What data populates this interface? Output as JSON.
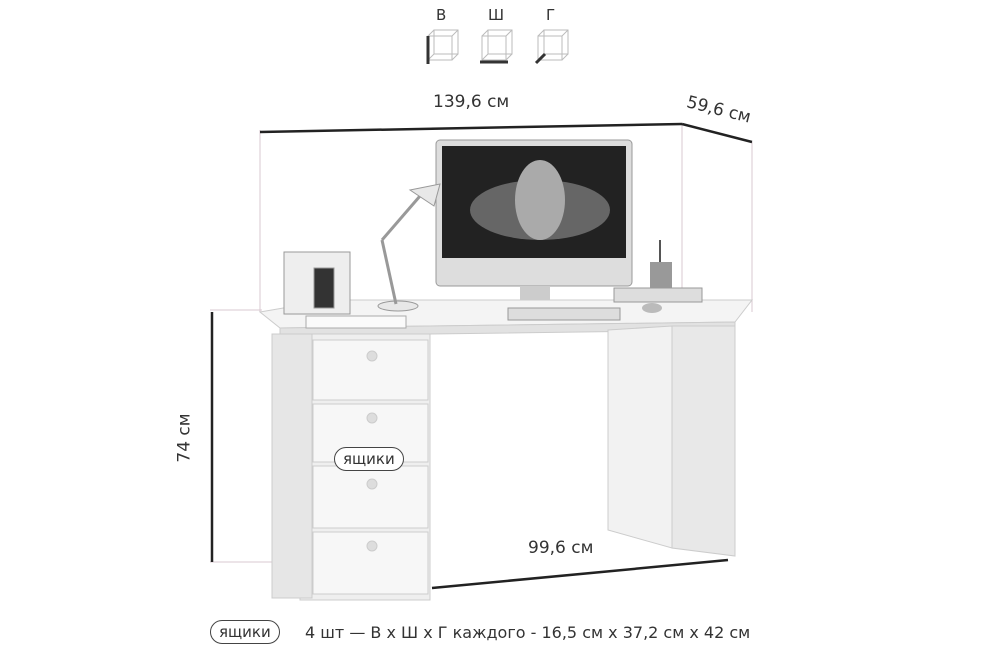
{
  "axes": {
    "height": "В",
    "width": "Ш",
    "depth": "Г"
  },
  "dimensions": {
    "width": "139,6 см",
    "depth": "59,6 см",
    "height": "74 см",
    "legroom": "99,6 см"
  },
  "drawers_label": "ящики",
  "footer": {
    "badge": "ящики",
    "text": "4 шт — В х Ш х Г каждого - 16,5 см х 37,2 см х 42 см"
  }
}
